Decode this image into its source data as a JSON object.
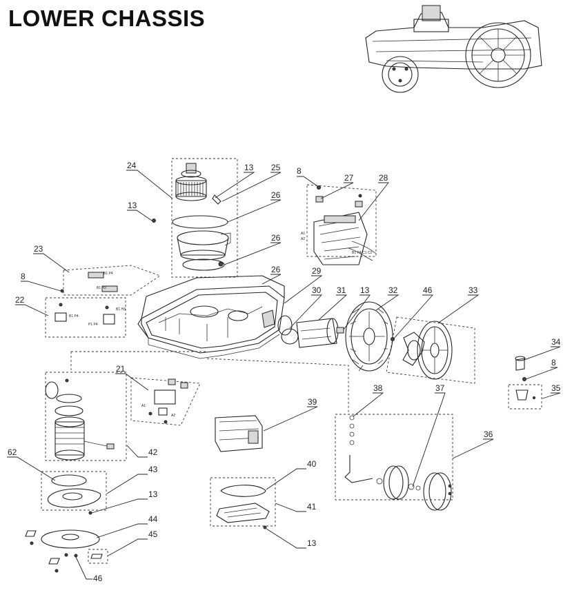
{
  "title": "LOWER CHASSIS",
  "callouts": [
    {
      "id": "c24",
      "label": "24"
    },
    {
      "id": "c13a",
      "label": "13"
    },
    {
      "id": "c25",
      "label": "25"
    },
    {
      "id": "c13b",
      "label": "13"
    },
    {
      "id": "c26a",
      "label": "26"
    },
    {
      "id": "c26b",
      "label": "26"
    },
    {
      "id": "c26c",
      "label": "26"
    },
    {
      "id": "c8a",
      "label": "8"
    },
    {
      "id": "c27",
      "label": "27"
    },
    {
      "id": "c28",
      "label": "28"
    },
    {
      "id": "c23",
      "label": "23"
    },
    {
      "id": "c8b",
      "label": "8"
    },
    {
      "id": "c22",
      "label": "22"
    },
    {
      "id": "c29",
      "label": "29"
    },
    {
      "id": "c30",
      "label": "30"
    },
    {
      "id": "c31",
      "label": "31"
    },
    {
      "id": "c13c",
      "label": "13"
    },
    {
      "id": "c32",
      "label": "32"
    },
    {
      "id": "c46a",
      "label": "46"
    },
    {
      "id": "c33",
      "label": "33"
    },
    {
      "id": "c34",
      "label": "34"
    },
    {
      "id": "c8c",
      "label": "8"
    },
    {
      "id": "c35",
      "label": "35"
    },
    {
      "id": "c21",
      "label": "21"
    },
    {
      "id": "c38",
      "label": "38"
    },
    {
      "id": "c37",
      "label": "37"
    },
    {
      "id": "c39",
      "label": "39"
    },
    {
      "id": "c36",
      "label": "36"
    },
    {
      "id": "c42",
      "label": "42"
    },
    {
      "id": "c62",
      "label": "62"
    },
    {
      "id": "c43",
      "label": "43"
    },
    {
      "id": "c13d",
      "label": "13"
    },
    {
      "id": "c40",
      "label": "40"
    },
    {
      "id": "c41",
      "label": "41"
    },
    {
      "id": "c44",
      "label": "44"
    },
    {
      "id": "c45",
      "label": "45"
    },
    {
      "id": "c13e",
      "label": "13"
    },
    {
      "id": "c46b",
      "label": "46"
    }
  ],
  "pcb_marks": {
    "a1": "A1",
    "a2": "A2",
    "board28": "B1 P4 C1 C2",
    "sensor23a": "B1 P4",
    "sensor23b": "B1 H3",
    "sensor22a": "B1 P4",
    "sensor22b": "B1 H3",
    "sensor22c": "P1 P4",
    "pcb21a": "A1",
    "pcb21b": "A2"
  }
}
